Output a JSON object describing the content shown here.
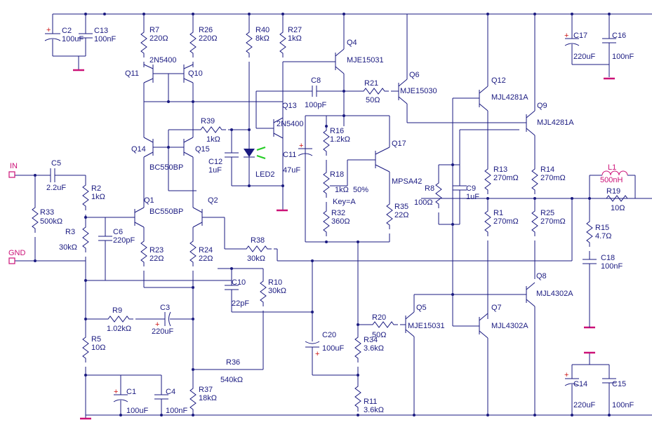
{
  "ports": {
    "in": "IN",
    "gnd": "GND"
  },
  "labels": {
    "c2": "C2",
    "c2v": "100uF",
    "c13": "C13",
    "c13v": "100nF",
    "r7": "R7",
    "r7v": "220Ω",
    "r26": "R26",
    "r26v": "220Ω",
    "r40": "R40",
    "r40v": "8kΩ",
    "r27": "R27",
    "r27v": "1kΩ",
    "q4": "Q4",
    "q4t": "MJE15031",
    "q11": "Q11",
    "q11t": "2N5400",
    "q10": "Q10",
    "c8": "C8",
    "c8v": "100pF",
    "r21": "R21",
    "r21v": "50Ω",
    "q6": "Q6",
    "q6t": "MJE15030",
    "q12": "Q12",
    "q12t": "MJL4281A",
    "q9": "Q9",
    "q9t": "MJL4281A",
    "c17": "C17",
    "c17v": "220uF",
    "c16": "C16",
    "c16v": "100nF",
    "q13": "Q13",
    "q13t": "2N5400",
    "r39": "R39",
    "r39v": "1kΩ",
    "r16": "R16",
    "r16v": "1.2kΩ",
    "q17": "Q17",
    "q14": "Q14",
    "q15": "Q15",
    "bc550": "BC550BP",
    "c12": "C12",
    "c12v": "1uF",
    "led2": "LED2",
    "c11": "C11",
    "c11v": "47uF",
    "r18": "R18",
    "r18v": "1kΩ",
    "r18p": "50%",
    "r18k": "Key=A",
    "mpsa42": "MPSA42",
    "r8": "R8",
    "r8v": "100Ω",
    "c9": "C9",
    "c9v": "1uF",
    "r13": "R13",
    "r13v": "270mΩ",
    "r14": "R14",
    "r14v": "270mΩ",
    "l1": "L1",
    "l1v": "500nH",
    "r19": "R19",
    "r19v": "10Ω",
    "c5": "C5",
    "c5v": "2.2uF",
    "r2": "R2",
    "r2v": "1kΩ",
    "q1": "Q1",
    "q2": "Q2",
    "bc550b": "BC550BP",
    "r33": "R33",
    "r33v": "500kΩ",
    "r3": "R3",
    "r3v": "30kΩ",
    "c6": "C6",
    "c6v": "220pF",
    "r32": "R32",
    "r32v": "360Ω",
    "r35": "R35",
    "r35v": "22Ω",
    "r1": "R1",
    "r1v": "270mΩ",
    "r25": "R25",
    "r25v": "270mΩ",
    "r15": "R15",
    "r15v": "4.7Ω",
    "r23": "R23",
    "r23v": "22Ω",
    "r24": "R24",
    "r24v": "22Ω",
    "r38": "R38",
    "r38v": "30kΩ",
    "c18": "C18",
    "c18v": "100nF",
    "c10": "C10",
    "c10v": "22pF",
    "r10": "R10",
    "r10v": "30kΩ",
    "q8": "Q8",
    "q8t": "MJL4302A",
    "r9": "R9",
    "r9v": "1.02kΩ",
    "c3": "C3",
    "c3v": "220uF",
    "q5": "Q5",
    "q5t": "MJE15031",
    "q7": "Q7",
    "q7t": "MJL4302A",
    "r20": "R20",
    "r20v": "50Ω",
    "c20": "C20",
    "c20v": "100uF",
    "r34": "R34",
    "r34v": "3.6kΩ",
    "r5": "R5",
    "r5v": "10Ω",
    "r36": "R36",
    "r36v": "540kΩ",
    "c1": "C1",
    "c1v": "100uF",
    "c4": "C4",
    "c4v": "100nF",
    "r37": "R37",
    "r37v": "18kΩ",
    "r11": "R11",
    "r11v": "3.6kΩ",
    "c14": "C14",
    "c14v": "220uF",
    "c15": "C15",
    "c15v": "100nF"
  }
}
